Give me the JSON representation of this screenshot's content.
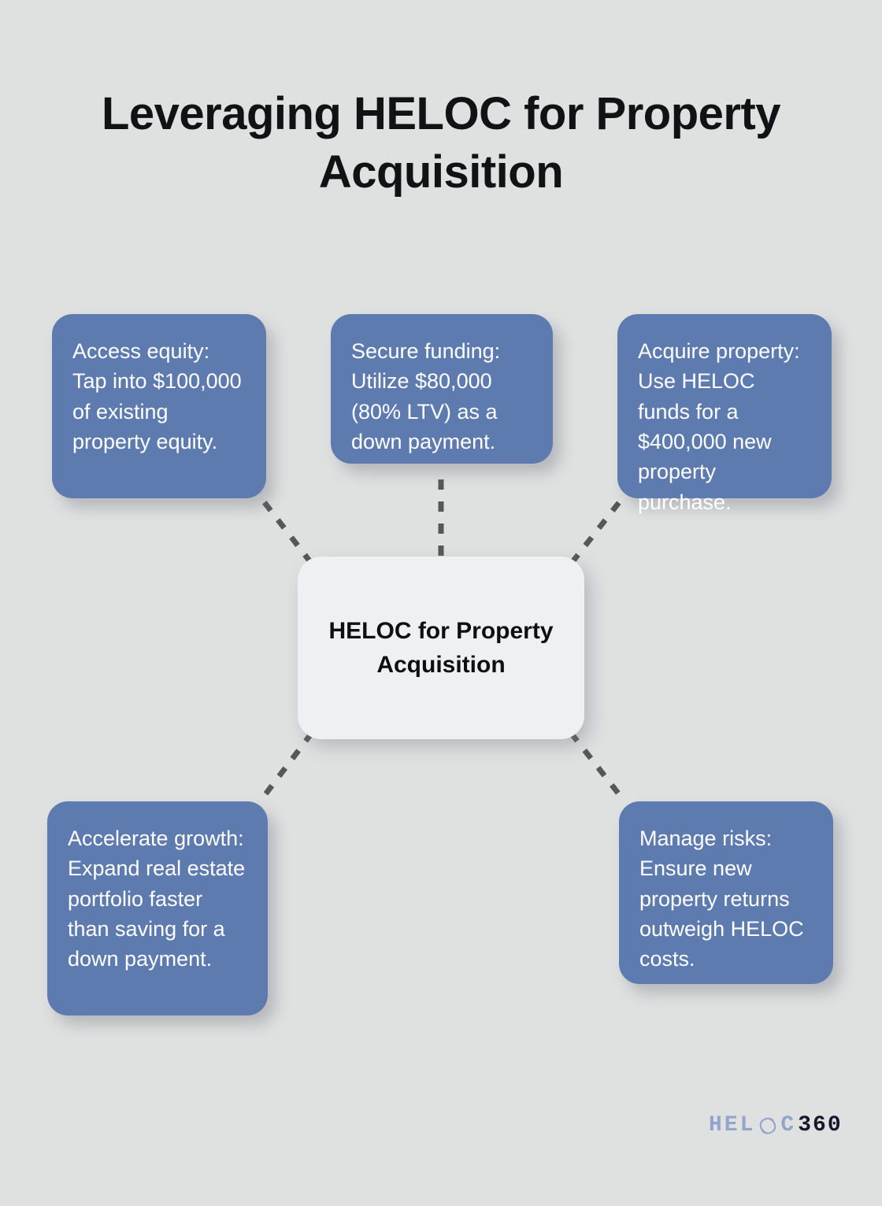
{
  "page": {
    "background_color": "#dfe0e0",
    "title": "Leveraging HELOC for Property Acquisition"
  },
  "diagram": {
    "type": "hub-and-spoke",
    "center": {
      "label": "HELOC for Property Acquisition",
      "background_color": "#eef0f2",
      "text_color": "#0e0f11"
    },
    "node_background_color": "#5e7bb0",
    "node_text_color": "#ffffff",
    "connector_color": "#575757",
    "connector_style": "dashed",
    "nodes": [
      {
        "id": "access-equity",
        "label": "Access equity: Tap into $100,000 of existing property equity.",
        "position": "top-left"
      },
      {
        "id": "secure-funding",
        "label": "Secure funding: Utilize $80,000 (80% LTV) as a down payment.",
        "position": "top-center"
      },
      {
        "id": "acquire-property",
        "label": "Acquire property: Use HELOC funds for a $400,000 new property purchase.",
        "position": "top-right"
      },
      {
        "id": "accelerate-growth",
        "label": "Accelerate growth: Expand real estate portfolio faster than saving for a down payment.",
        "position": "bottom-left"
      },
      {
        "id": "manage-risks",
        "label": "Manage risks: Ensure new property returns outweigh HELOC costs.",
        "position": "bottom-right"
      }
    ]
  },
  "logo": {
    "text_part_1": "HEL",
    "icon": "swirl-icon",
    "text_part_2": "C",
    "text_part_3": "360",
    "color_light": "#93a5cd",
    "color_dark": "#14182b"
  }
}
